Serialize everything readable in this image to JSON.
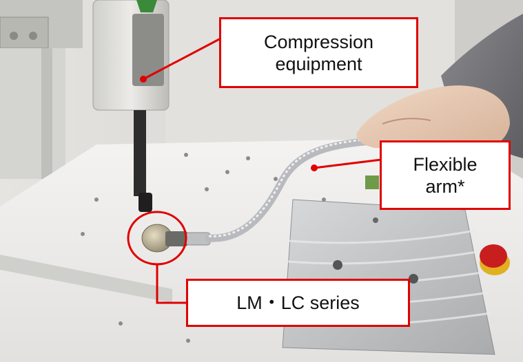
{
  "photo": {
    "subject": "Load cell with flexible arm on compression test stand",
    "colors": {
      "callout_border": "#e00000",
      "callout_fill": "#ffffff",
      "leader_line": "#e00000"
    }
  },
  "callouts": {
    "compression": {
      "line1": "Compression",
      "line2": "equipment"
    },
    "flexible_arm": {
      "line1": "Flexible",
      "line2": "arm*"
    },
    "series": {
      "text": "LM・LC series"
    }
  }
}
